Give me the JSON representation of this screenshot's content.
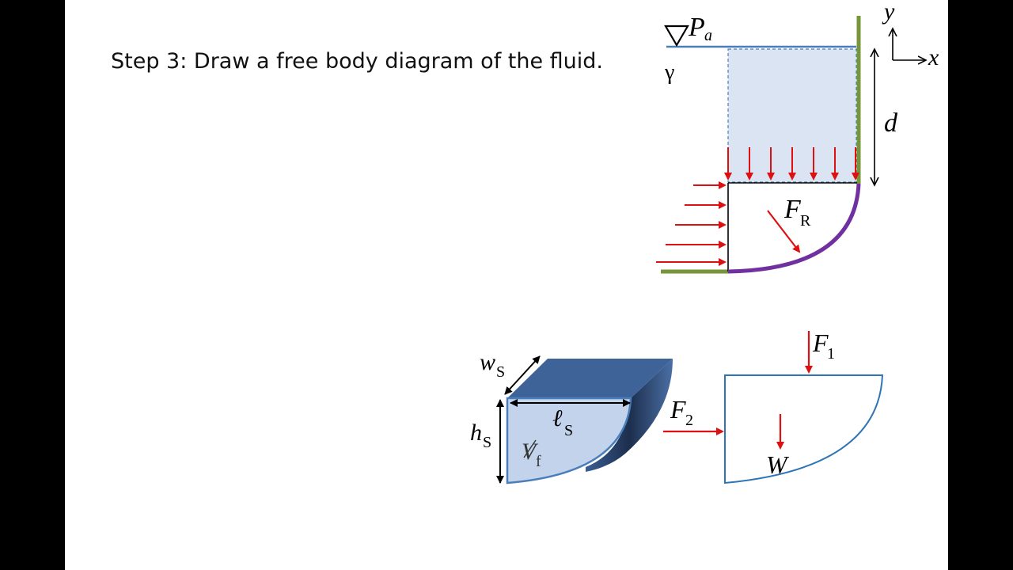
{
  "slide": {
    "title": "Step 3: Draw a free body diagram of the fluid."
  },
  "colors": {
    "background": "#000000",
    "slide": "#ffffff",
    "force_arrow": "#dd1111",
    "wall_green": "#77963a",
    "curved_gate": "#7030a0",
    "fluid_fill": "#dbe4f2",
    "fluid_outline": "#4a7ebb",
    "solid_top": "#3e6399",
    "solid_front": "#c3d3ec",
    "fbd_outline": "#2e75b6"
  },
  "top_diagram": {
    "pressure_symbol": "∇",
    "pressure_label": "P",
    "pressure_subscript": "a",
    "specific_weight": "γ",
    "depth_label": "d",
    "axis_y": "y",
    "axis_x": "x",
    "resultant_label": "F",
    "resultant_subscript": "R"
  },
  "volume_diagram": {
    "width_label": "w",
    "width_subscript": "S",
    "length_label": "ℓ",
    "length_subscript": "S",
    "height_label": "h",
    "height_subscript": "S",
    "volume_label": "V",
    "volume_subscript": "f"
  },
  "fbd": {
    "f1_label": "F",
    "f1_subscript": "1",
    "f2_label": "F",
    "f2_subscript": "2",
    "weight_label": "W"
  }
}
